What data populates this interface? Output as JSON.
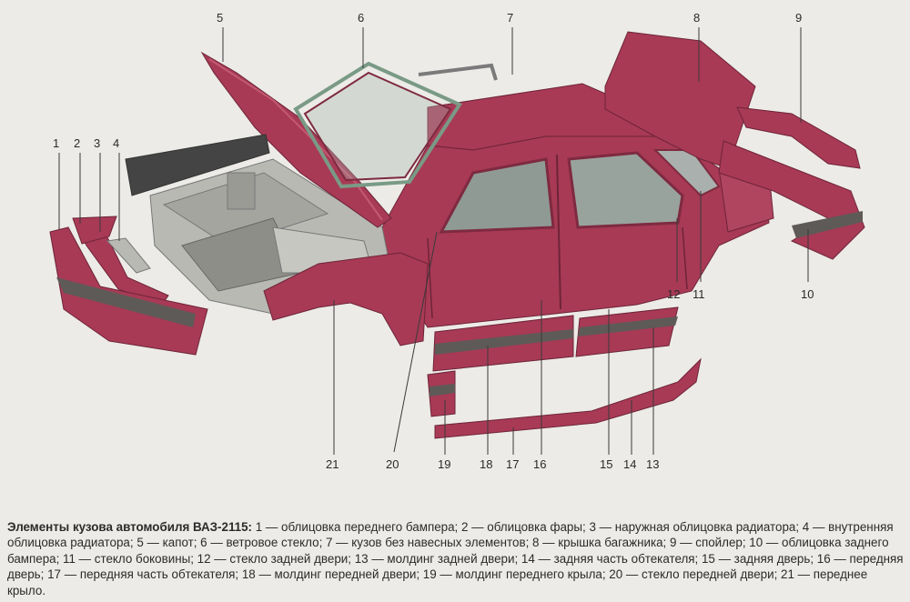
{
  "colors": {
    "body": "#a83a55",
    "body_dark": "#7e2a40",
    "body_light": "#c25a72",
    "primer": "#b9b9b4",
    "primer_dark": "#8e8e89",
    "molding": "#5e5a58",
    "glass_frame": "#7a9a86",
    "background": "#ecebe7"
  },
  "callouts": [
    "1",
    "2",
    "3",
    "4",
    "5",
    "6",
    "7",
    "8",
    "9",
    "10",
    "11",
    "12",
    "13",
    "14",
    "15",
    "16",
    "17",
    "18",
    "19",
    "20",
    "21"
  ],
  "caption": {
    "title": "Элементы кузова автомобиля ВАЗ-2115:",
    "text": " 1 — облицовка переднего бампера; 2 — облицовка фары; 3 — наружная облицовка радиатора; 4 — внутренняя облицовка радиатора; 5 — капот; 6 — ветровое стекло; 7 — кузов без навесных элементов; 8 — крышка багажника; 9 — спойлер; 10 — облицовка заднего бампера; 11 — стекло боковины; 12 — стекло задней двери; 13 — молдинг задней двери; 14 — задняя часть обтекателя; 15 — задняя дверь; 16 — передняя дверь; 17 — передняя часть обтекателя; 18 — молдинг передней двери; 19 — молдинг переднего крыла; 20 — стекло передней двери; 21 — переднее крыло."
  }
}
